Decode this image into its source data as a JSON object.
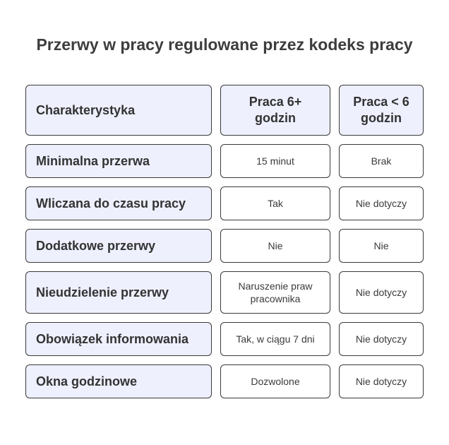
{
  "title": "Przerwy w pracy regulowane przez kodeks pracy",
  "header": {
    "characteristic": "Charakterystyka",
    "col1": "Praca 6+\ngodzin",
    "col2": "Praca < 6\ngodzin"
  },
  "rows": [
    {
      "label": "Minimalna przerwa",
      "col1": "15 minut",
      "col2": "Brak"
    },
    {
      "label": "Wliczana do czasu pracy",
      "col1": "Tak",
      "col2": "Nie dotyczy"
    },
    {
      "label": "Dodatkowe przerwy",
      "col1": "Nie",
      "col2": "Nie"
    },
    {
      "label": "Nieudzielenie przerwy",
      "col1": "Naruszenie praw\npracownika",
      "col2": "Nie dotyczy"
    },
    {
      "label": "Obowiązek informowania",
      "col1": "Tak, w ciągu 7 dni",
      "col2": "Nie dotyczy"
    },
    {
      "label": "Okna godzinowe",
      "col1": "Dozwolone",
      "col2": "Nie dotyczy"
    }
  ],
  "colors": {
    "header_fill": "#eef0fe",
    "cell_fill": "#ffffff",
    "border": "#3a3a3a",
    "text": "#333333"
  }
}
